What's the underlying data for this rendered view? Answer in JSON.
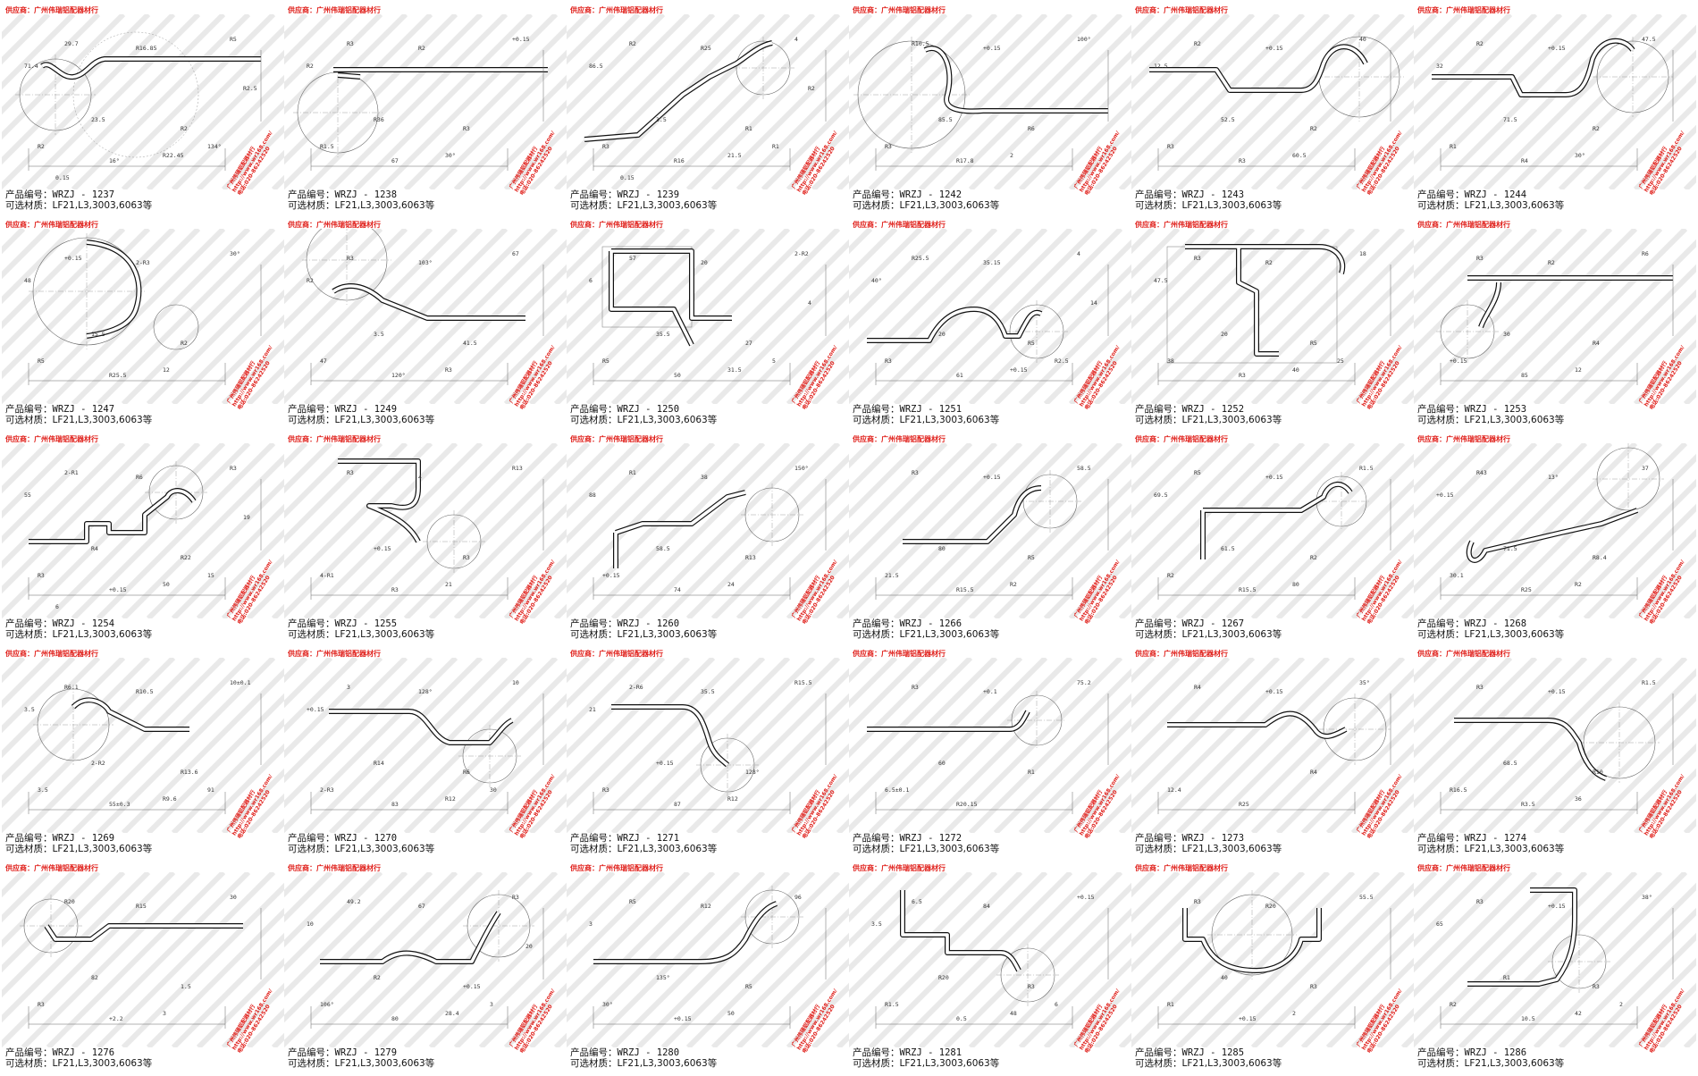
{
  "sheet": {
    "supplier_label": "供应商：广州伟瑞铝配器材行",
    "stamp": {
      "line1": "广州伟瑞铝配器材行",
      "line2": "http://www.wr168.com/",
      "line3": "电话:020-86242520"
    },
    "watermark": "广州伟瑞铝配器材行",
    "code_prefix": "产品编号：",
    "material_label": "可选材质：LF21,L3,3003,6063等"
  },
  "drawings": [
    {
      "code": "WRZJ - 1237",
      "dims": [
        "16°",
        "R16.85",
        "29.7",
        "R2",
        "R2",
        "R5",
        "23.5",
        "R22.45",
        "71.4",
        "134°",
        "R2.5",
        "0.15"
      ]
    },
    {
      "code": "WRZJ - 1238",
      "dims": [
        "67",
        "R2",
        "R3",
        "R3",
        "R1.5",
        "+0.15",
        "R36",
        "30°",
        "R2"
      ]
    },
    {
      "code": "WRZJ - 1239",
      "dims": [
        "R16",
        "R25",
        "R2",
        "R1",
        "R3",
        "4",
        "3.5",
        "21.5",
        "86.5",
        "R1",
        "R2",
        "0.15"
      ]
    },
    {
      "code": "WRZJ - 1242",
      "dims": [
        "R17.8",
        "+0.15",
        "R10.5",
        "R6",
        "R3",
        "100°",
        "85.5",
        "2"
      ]
    },
    {
      "code": "WRZJ - 1243",
      "dims": [
        "R3",
        "+0.15",
        "R2",
        "R2",
        "R3",
        "40",
        "52.5",
        "60.5",
        "12.5"
      ]
    },
    {
      "code": "WRZJ - 1244",
      "dims": [
        "R4",
        "+0.15",
        "R2",
        "R2",
        "R1",
        "47.5",
        "71.5",
        "30°",
        "32"
      ]
    },
    {
      "code": "WRZJ - 1247",
      "dims": [
        "R25.5",
        "2-R3",
        "+0.15",
        "R2",
        "R5",
        "30°",
        "15.5",
        "12",
        "48"
      ]
    },
    {
      "code": "WRZJ - 1249",
      "dims": [
        "120°",
        "103°",
        "R3",
        "41.5",
        "47",
        "67",
        "3.5",
        "R3",
        "R2"
      ]
    },
    {
      "code": "WRZJ - 1250",
      "dims": [
        "50",
        "20",
        "57",
        "27",
        "R5",
        "2-R2",
        "35.5",
        "31.5",
        "6",
        "5",
        "4"
      ]
    },
    {
      "code": "WRZJ - 1251",
      "dims": [
        "61",
        "35.15",
        "R25.5",
        "R5",
        "R3",
        "4",
        "20",
        "+0.15",
        "40°",
        "R2.5",
        "14"
      ]
    },
    {
      "code": "WRZJ - 1252",
      "dims": [
        "R3",
        "R2",
        "R3",
        "R5",
        "38",
        "18",
        "20",
        "40",
        "47.5",
        "25"
      ]
    },
    {
      "code": "WRZJ - 1253",
      "dims": [
        "85",
        "R2",
        "R3",
        "R4",
        "+0.15",
        "R6",
        "30",
        "12"
      ]
    },
    {
      "code": "WRZJ - 1254",
      "dims": [
        "+0.15",
        "R6",
        "2-R1",
        "R22",
        "R3",
        "R3",
        "R4",
        "50",
        "55",
        "15",
        "19",
        "6"
      ]
    },
    {
      "code": "WRZJ - 1255",
      "dims": [
        "R3",
        "4",
        "R3",
        "R3",
        "4-R1",
        "R13",
        "+0.15",
        "21"
      ]
    },
    {
      "code": "WRZJ - 1260",
      "dims": [
        "74",
        "38",
        "R1",
        "R13",
        "+0.15",
        "150°",
        "58.5",
        "24",
        "88"
      ]
    },
    {
      "code": "WRZJ - 1266",
      "dims": [
        "R15.5",
        "+0.15",
        "R3",
        "R5",
        "21.5",
        "58.5",
        "80",
        "R2"
      ]
    },
    {
      "code": "WRZJ - 1267",
      "dims": [
        "R15.5",
        "+0.15",
        "R5",
        "R2",
        "R2",
        "R1.5",
        "61.5",
        "80",
        "69.5"
      ]
    },
    {
      "code": "WRZJ - 1268",
      "dims": [
        "R25",
        "13°",
        "R43",
        "R8.4",
        "30.1",
        "37",
        "71.5",
        "R2",
        "+0.15"
      ]
    },
    {
      "code": "WRZJ - 1269",
      "dims": [
        "55±0.3",
        "R10.5",
        "R6.1",
        "R13.6",
        "3.5",
        "10±0.1",
        "2-R2",
        "R9.6",
        "3.5",
        "91"
      ]
    },
    {
      "code": "WRZJ - 1270",
      "dims": [
        "83",
        "128°",
        "3",
        "R6",
        "2-R3",
        "10",
        "R14",
        "R12",
        "+0.15",
        "30"
      ]
    },
    {
      "code": "WRZJ - 1271",
      "dims": [
        "87",
        "35.5",
        "2-R6",
        "128°",
        "R3",
        "R15.5",
        "+0.15",
        "R12",
        "21"
      ]
    },
    {
      "code": "WRZJ - 1272",
      "dims": [
        "R20.15",
        "+0.1",
        "R3",
        "R1",
        "6.5±0.1",
        "75.2",
        "60"
      ]
    },
    {
      "code": "WRZJ - 1273",
      "dims": [
        "R25",
        "+0.15",
        "R4",
        "R4",
        "12.4",
        "35°"
      ]
    },
    {
      "code": "WRZJ - 1274",
      "dims": [
        "R3.5",
        "+0.15",
        "R3",
        "R10",
        "R16.5",
        "R1.5",
        "68.5",
        "36"
      ]
    },
    {
      "code": "WRZJ - 1276",
      "dims": [
        "+2.2",
        "R15",
        "R20",
        "1.5",
        "R3",
        "30",
        "82",
        "3"
      ]
    },
    {
      "code": "WRZJ - 1279",
      "dims": [
        "80",
        "67",
        "49.2",
        "+0.15",
        "106°",
        "R3",
        "R2",
        "28.4",
        "10",
        "3",
        "20"
      ]
    },
    {
      "code": "WRZJ - 1280",
      "dims": [
        "+0.15",
        "R12",
        "R5",
        "R5",
        "30°",
        "96",
        "135°",
        "50",
        "3"
      ]
    },
    {
      "code": "WRZJ - 1281",
      "dims": [
        "0.5",
        "84",
        "6.5",
        "R3",
        "R1.5",
        "+0.15",
        "R20",
        "48",
        "3.5",
        "6"
      ]
    },
    {
      "code": "WRZJ - 1285",
      "dims": [
        "+0.15",
        "R20",
        "R3",
        "R3",
        "R1",
        "55.5",
        "40",
        "2"
      ]
    },
    {
      "code": "WRZJ - 1286",
      "dims": [
        "10.5",
        "+0.15",
        "R3",
        "R3",
        "R2",
        "38°",
        "R1",
        "42",
        "65",
        "2"
      ]
    }
  ]
}
